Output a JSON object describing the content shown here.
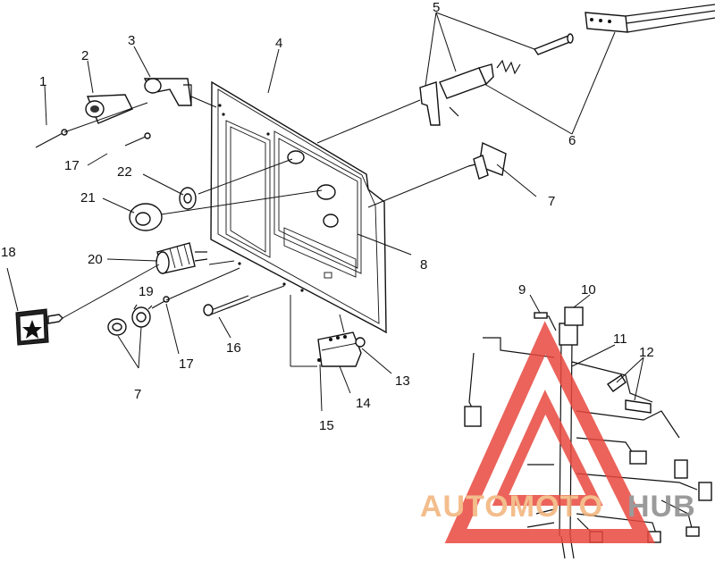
{
  "callouts": [
    {
      "id": "c1",
      "text": "1"
    },
    {
      "id": "c2",
      "text": "2"
    },
    {
      "id": "c3",
      "text": "3"
    },
    {
      "id": "c4",
      "text": "4"
    },
    {
      "id": "c5",
      "text": "5"
    },
    {
      "id": "c6",
      "text": "6"
    },
    {
      "id": "c7a",
      "text": "7"
    },
    {
      "id": "c7b",
      "text": "7"
    },
    {
      "id": "c8",
      "text": "8"
    },
    {
      "id": "c9",
      "text": "9"
    },
    {
      "id": "c10",
      "text": "10"
    },
    {
      "id": "c11",
      "text": "11"
    },
    {
      "id": "c12",
      "text": "12"
    },
    {
      "id": "c13",
      "text": "13"
    },
    {
      "id": "c14",
      "text": "14"
    },
    {
      "id": "c15",
      "text": "15"
    },
    {
      "id": "c16",
      "text": "16"
    },
    {
      "id": "c17a",
      "text": "17"
    },
    {
      "id": "c17b",
      "text": "17"
    },
    {
      "id": "c18",
      "text": "18"
    },
    {
      "id": "c19",
      "text": "19"
    },
    {
      "id": "c20",
      "text": "20"
    },
    {
      "id": "c21",
      "text": "21"
    },
    {
      "id": "c22",
      "text": "22"
    }
  ],
  "watermark": {
    "text_part1": "AUTOMOTO",
    "text_part2": "HUB",
    "color_main": "#f2b279",
    "color_dark": "#8a8a8a",
    "triangle_color": "#e8483f"
  }
}
